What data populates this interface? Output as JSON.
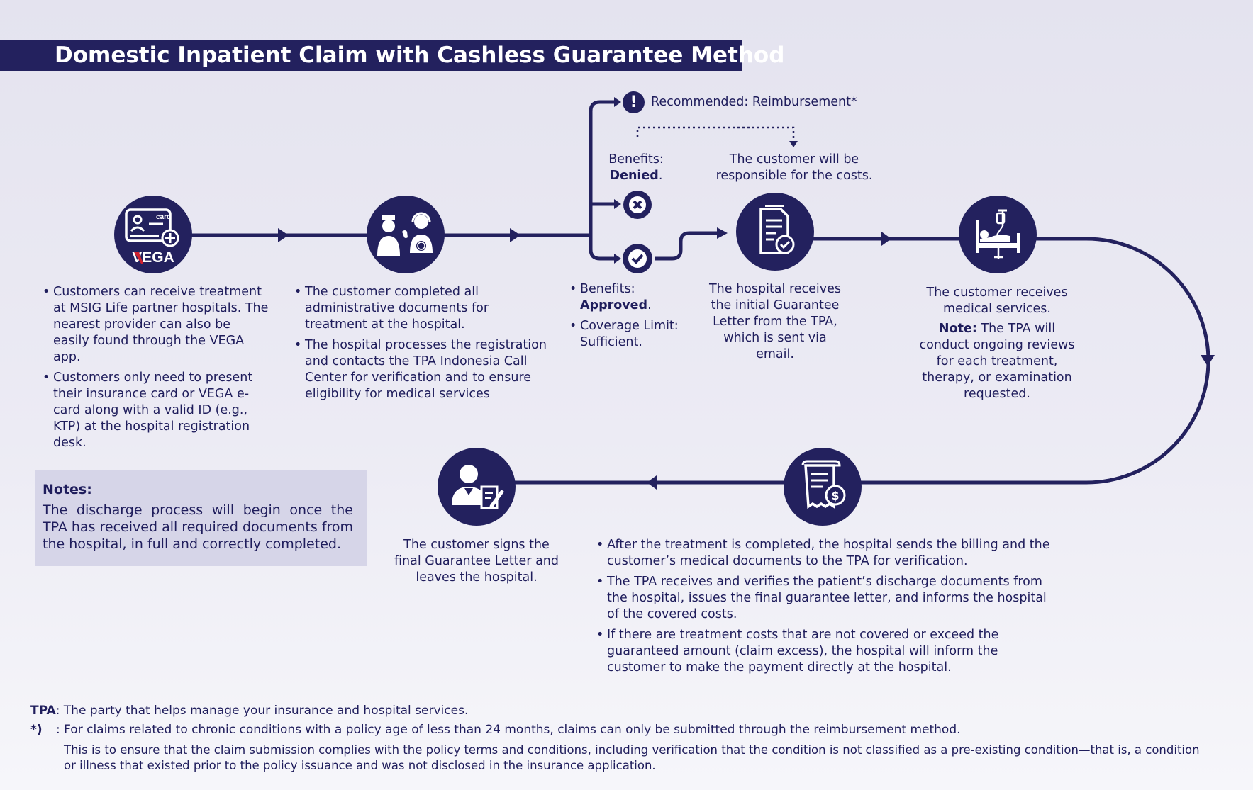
{
  "title": "Domestic Inpatient Claim with Cashless Guarantee Method",
  "recommended": "Recommended: Reimbursement*",
  "denied": {
    "label": "Benefits:",
    "value": "Denied",
    "suffix": "."
  },
  "responsible": {
    "line1": "The customer will be",
    "line2": "responsible for the costs."
  },
  "step1": {
    "card_text": "card",
    "logo_text": "VEGA",
    "bullets": [
      "Customers can receive treatment at MSIG Life partner hospitals. The nearest provider can also be easily found through the VEGA app.",
      "Customers only need to present their insurance card or VEGA e-card along with a valid ID (e.g., KTP) at the hospital registration desk."
    ]
  },
  "step2": {
    "bullets": [
      "The customer completed all administrative documents for treatment at the hospital.",
      "The hospital processes the registration and contacts the TPA Indonesia Call Center for verification and to ensure eligibility for medical services"
    ]
  },
  "approved": {
    "benefits_label": "Benefits:",
    "benefits_value": "Approved",
    "benefits_suffix": ".",
    "coverage": "Coverage Limit: Sufficient."
  },
  "step3": {
    "text": "The hospital receives the initial Guarantee Letter from the TPA, which is sent via email."
  },
  "step4": {
    "text": "The customer receives medical services.",
    "note_label": "Note:",
    "note_text": " The TPA will conduct ongoing reviews for each treatment, therapy, or examination requested."
  },
  "step5": {
    "bullets": [
      "After the treatment is completed, the hospital sends the billing and the customer’s medical documents to the TPA for verification.",
      "The TPA receives and verifies the patient’s discharge documents from the hospital, issues the final guarantee letter, and informs the hospital of the covered costs.",
      "If there are treatment costs that are not covered or exceed the guaranteed amount (claim excess), the hospital will inform the customer to make the payment directly at the hospital."
    ]
  },
  "step6": {
    "text": "The customer signs the final Guarantee Letter and leaves the hospital."
  },
  "notes": {
    "title": "Notes:",
    "body": "The discharge process will begin once the TPA has received all required documents from the hospital, in full and correctly completed."
  },
  "footnotes": {
    "tpa_term": "TPA",
    "tpa_def": ": The party that helps manage your insurance and hospital services.",
    "star_term": "*)",
    "star_line1": ": For claims related to chronic conditions with a policy age of less than 24 months, claims can only be submitted through the reimbursement method.",
    "star_line2": "This is to ensure that the claim submission complies with the policy terms and conditions, including verification that the condition is not classified as a pre-existing condition—that is, a condition",
    "star_line3": "or illness that existed prior to the policy issuance and was not disclosed in the insurance application."
  },
  "colors": {
    "navy": "#23215e",
    "logo_red": "#d0202e",
    "notes_bg": "#d6d5e8"
  },
  "icons": [
    "vega-card-icon",
    "hospital-staff-icon",
    "exclamation-icon",
    "denied-x-icon",
    "approved-check-icon",
    "guarantee-letter-icon",
    "patient-bed-icon",
    "billing-invoice-icon",
    "signing-customer-icon"
  ]
}
